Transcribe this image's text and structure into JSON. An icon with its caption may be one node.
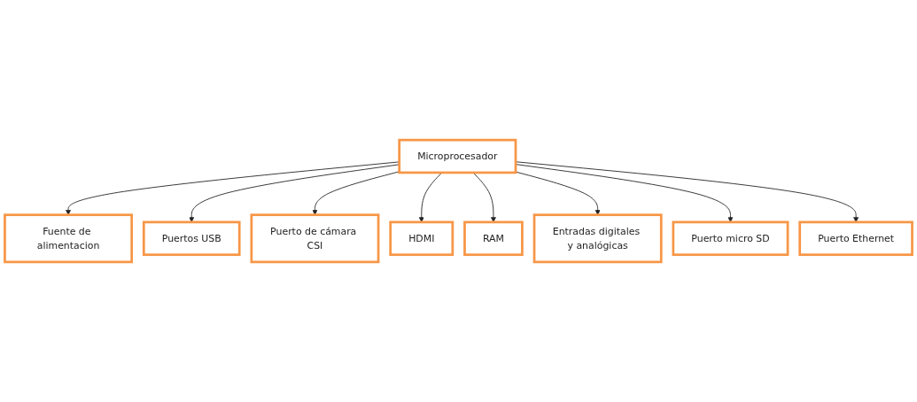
{
  "diagram": {
    "nodes": [
      {
        "text": [
          "Microprocesador"
        ]
      },
      {
        "text": [
          "Fuente de alimentacion"
        ]
      },
      {
        "text": [
          "Puertos USB"
        ]
      },
      {
        "text": [
          "Puerto de cámara CSI"
        ]
      },
      {
        "text": [
          "HDMI"
        ]
      },
      {
        "text": [
          "RAM"
        ]
      },
      {
        "text": [
          "Entradas digitales y analógicas"
        ]
      },
      {
        "text": [
          "Puerto micro SD"
        ]
      },
      {
        "text": [
          "Puerto Ethernet"
        ]
      }
    ],
    "edges": [
      {
        "from": 0,
        "to": 1,
        "arrow": "to"
      },
      {
        "from": 0,
        "to": 2,
        "arrow": "to"
      },
      {
        "from": 0,
        "to": 3,
        "arrow": "to"
      },
      {
        "from": 0,
        "to": 4,
        "arrow": "to"
      },
      {
        "from": 0,
        "to": 5,
        "arrow": "to"
      },
      {
        "from": 0,
        "to": 6,
        "arrow": "to"
      },
      {
        "from": 0,
        "to": 7,
        "arrow": "to"
      },
      {
        "from": 0,
        "to": 8,
        "arrow": "to"
      }
    ]
  }
}
